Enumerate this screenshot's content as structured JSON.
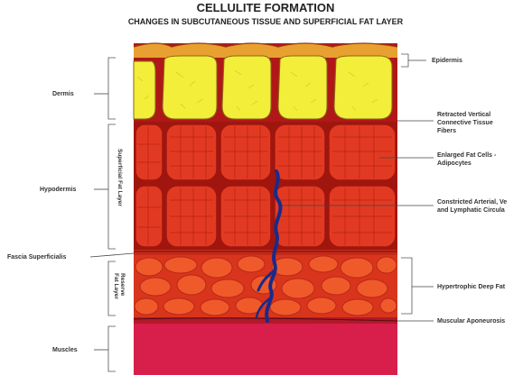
{
  "title": "CELLULITE FORMATION",
  "subtitle": "CHANGES IN SUBCUTANEOUS TISSUE AND SUPERFICIAL FAT LAYER",
  "left_labels": {
    "dermis": "Dermis",
    "hypodermis": "Hypodermis",
    "fascia": "Fascia Superficialis",
    "muscles": "Muscles"
  },
  "vertical_labels": {
    "superficial_fat": "Superficial Fat Layer",
    "reserve_fat_1": "Reserve",
    "reserve_fat_2": "Fat Layer"
  },
  "right_labels": {
    "epidermis": "Epidermis",
    "retracted_1": "Retracted Vertical",
    "retracted_2": "Connective Tissue",
    "retracted_3": "Fibers",
    "enlarged_1": "Enlarged Fat Cells -",
    "enlarged_2": "Adipocytes",
    "constricted_1": "Constricted Arterial, Ve",
    "constricted_2": "and Lymphatic Circula",
    "hypertrophic": "Hypertrophic Deep Fat",
    "aponeurosis": "Muscular Aponeurosis"
  },
  "colors": {
    "skin_top": "#e8a030",
    "papilla": "#f2ee3a",
    "dermis_bg": "#b01818",
    "fat_cell": "#e23a22",
    "fat_septa": "#a0160f",
    "deep_fat": "#f05a2a",
    "deep_bg": "#d8351c",
    "vessel": "#1a2a8a",
    "muscle": "#d81e4a"
  }
}
